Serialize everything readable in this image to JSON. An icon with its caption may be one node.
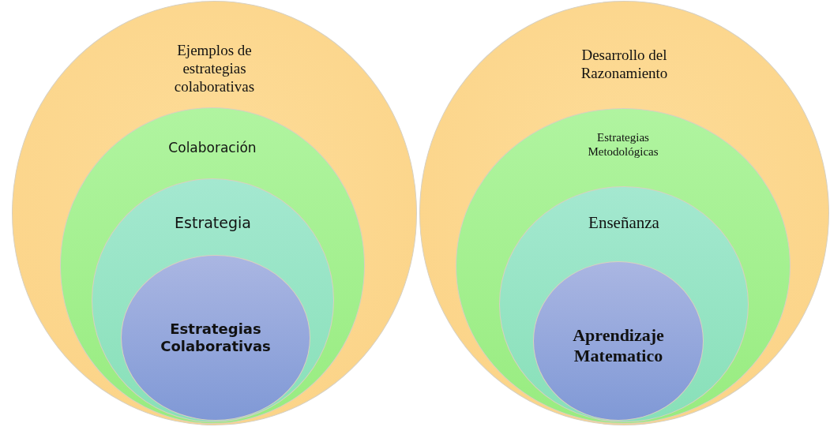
{
  "diagram": {
    "nodes": [
      {
        "text": [
          "Ejemplos de estrategias colaborativas"
        ]
      },
      {
        "text": [
          "Colaboración"
        ],
        "in": 0
      },
      {
        "text": [
          "Estrategia"
        ],
        "in": 1
      },
      {
        "text": [
          "Estrategias Colaborativas"
        ],
        "in": 2
      },
      {
        "text": [
          "Desarrollo del Razonamiento"
        ]
      },
      {
        "text": [
          "Estrategias Metodológicas"
        ],
        "in": 4
      },
      {
        "text": [
          "Enseñanza"
        ],
        "in": 5
      },
      {
        "text": [
          "Aprendizaje Matematico"
        ],
        "in": 6
      }
    ]
  }
}
